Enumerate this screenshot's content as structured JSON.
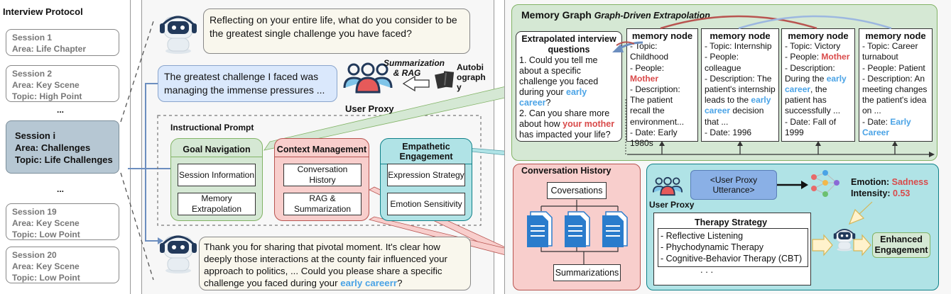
{
  "protocol": {
    "title": "Interview Protocol",
    "sessions": [
      {
        "l1": "Session 1",
        "l2": "Area: Life Chapter",
        "l3": ""
      },
      {
        "l1": "Session 2",
        "l2": "Area: Key Scene",
        "l3": "Topic: High Point"
      },
      {
        "l1": "Session i",
        "l2": "Area: Challenges",
        "l3": "Topic: Life Challenges"
      },
      {
        "l1": "Session 19",
        "l2": "Area: Key Scene",
        "l3": "Topic: Low Point"
      },
      {
        "l1": "Session 20",
        "l2": "Area: Key Scene",
        "l3": "Topic: Low Point"
      }
    ],
    "ellipsis": "..."
  },
  "dialogue": {
    "question": "Reflecting on your entire life, what do you consider to be the greatest single challenge you have faced?",
    "answer": "The greatest challenge I faced was managing the immense pressures ...",
    "summarization_label": "Summarization & RAG",
    "autobiography_label": "Autobiography",
    "user_proxy_label": "User Proxy",
    "reply_main": "Thank you for sharing that pivotal moment. It's clear how deeply those interactions at the county fair influenced your approach to politics, ... Could you please share a specific challenge you faced during your ",
    "reply_highlight": "early careerr",
    "reply_end": "?"
  },
  "prompt": {
    "title": "Instructional Prompt",
    "modules": [
      {
        "title": "Goal Navigation",
        "items": [
          "Session Information",
          "Memory Extrapolation"
        ],
        "color": "#d5e8d4"
      },
      {
        "title": "Context Management",
        "items": [
          "Conversation History",
          "RAG & Summarization"
        ],
        "color": "#f8cecc"
      },
      {
        "title": "Empathetic Engagement",
        "items": [
          "Expression Strategy",
          "Emotion Sensitivity"
        ],
        "color": "#b0e3e6"
      }
    ]
  },
  "memory_graph": {
    "title": "Memory Graph",
    "subtitle": "Graph-Driven Extrapolation",
    "extrapolated": {
      "title": "Extrapolated interview questions",
      "q1_a": "1. Could you tell me about a specific challenge you faced during your ",
      "q1_hl": "early career",
      "q1_b": "?",
      "q2_a": "2. Can you share more about how ",
      "q2_hl": "your mother",
      "q2_b": " has impacted your life?"
    },
    "nodes": [
      {
        "title": "memory node",
        "topic": "- Topic: Childhood",
        "people_label": "- People: ",
        "people": "Mother",
        "people_color": "red",
        "desc_label": "- Description: The patient recall the environment...",
        "date": "- Date: Early 1980s"
      },
      {
        "title": "memory node",
        "topic": "- Topic: Internship",
        "people_label": "- People: colleague",
        "people": "",
        "people_color": "",
        "desc_label": "- Description: The patient's internship leads to the ",
        "desc_hl": "early career",
        "desc_end": " decision that ...",
        "date": "- Date: 1996"
      },
      {
        "title": "memory node",
        "topic": "- Topic: Victory",
        "people_label": "- People: ",
        "people": "Mother",
        "people_color": "red",
        "desc_label": "- Description: During the ",
        "desc_hl": "early career",
        "desc_end": ", the patient has successfully ...",
        "date": "- Date: Fall of 1999"
      },
      {
        "title": "memory node",
        "topic": "- Topic: Career turnabout",
        "people_label": "- People: Patient",
        "people": "",
        "people_color": "",
        "desc_label": "- Description: An meeting changes the patient's idea on ...",
        "date_label": "- Date: ",
        "date_hl": "Early Career"
      }
    ]
  },
  "conversation_history": {
    "title": "Conversation History",
    "top": "Coversations",
    "bottom": "Summarizations"
  },
  "empathy": {
    "user_proxy": "User Proxy",
    "utterance": "<User Proxy Utterance>",
    "emotion_label": "Emotion: ",
    "emotion_value": "Sadness",
    "intensity_label": "Intensity: ",
    "intensity_value": "0.53",
    "therapy_title": "Therapy Strategy",
    "therapies": [
      "- Reflective Listening",
      "- Phychodynamic Therapy",
      "- Cognitive-Behavior Therapy (CBT)"
    ],
    "therapy_ellipsis": ". . .",
    "enhanced": "Enhanced Engagement"
  },
  "colors": {
    "green": "#d5e8d4",
    "red": "#f8cecc",
    "cyan": "#b0e3e6",
    "blue_bubble": "#dae8fc",
    "yellow_bubble": "#f9f7ed",
    "highlight_red": "#d94a4a",
    "highlight_blue": "#4aa3e6"
  }
}
